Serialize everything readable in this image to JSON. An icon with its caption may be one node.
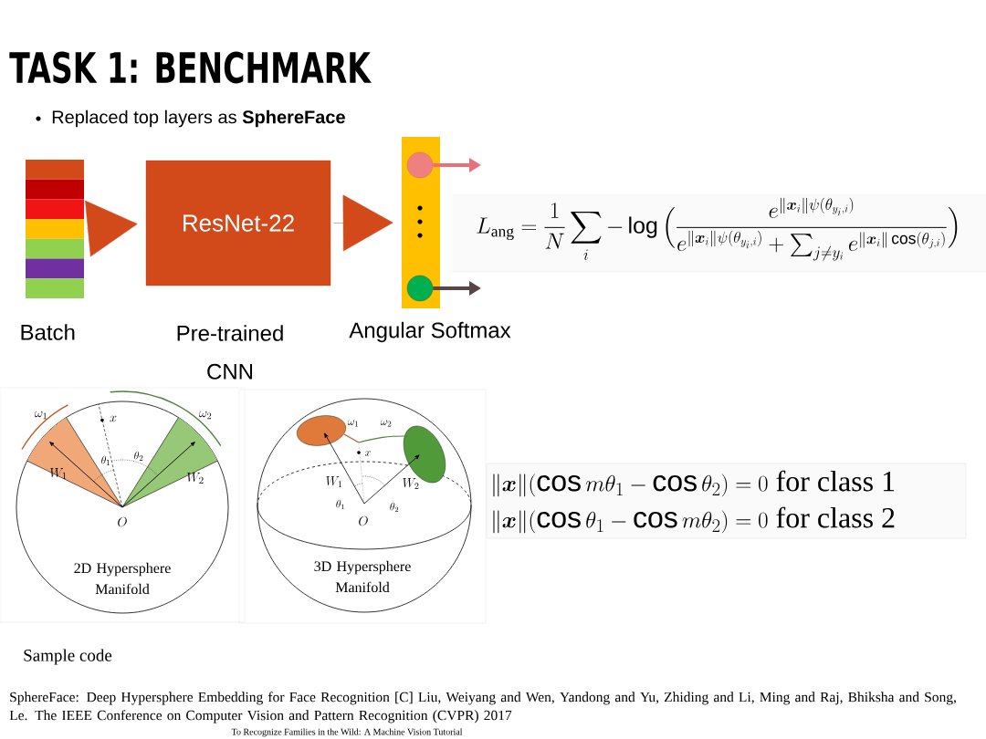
{
  "diagram": {
    "title": "TASK 1: BENCHMARK",
    "caption": "SphereFace: Deep Hypersphere Embedding for Face Recognition [C] Liu, Weiyang and Wen, Yandong and Yu, Zhiding and Li, Ming and Raj, Bhiksha and Song, Le. The IEEE Conference on Computer Vision and Pattern Recognition (CVPR) 2017",
    "nodes": [
      {
        "text": [
          "Batch"
        ]
      },
      {
        "text": [
          "ResNet-22"
        ],
        "beside": [
          "Pre-trained CNN"
        ]
      },
      {
        "text": [
          "Angular Softmax"
        ]
      },
      {
        "text": [],
        "shape": "circle",
        "in": 2
      },
      {
        "text": [],
        "shape": "circle",
        "in": 2
      }
    ],
    "edges": [
      {
        "from": 0,
        "to": 1,
        "arrow": "to",
        "color": "#d24a1a"
      },
      {
        "from": 1,
        "to": 2,
        "arrow": "to",
        "color": "#d24a1a"
      },
      {
        "from": 3,
        "to": null,
        "arrow": "to",
        "color": "#e8707a",
        "style": "thick"
      },
      {
        "from": 4,
        "to": null,
        "arrow": "to",
        "color": "#5a4548",
        "style": "thick"
      }
    ],
    "labels": [
      "Replaced top layers as **SphereFace**",
      "L_{\\text{ang}} = \\frac{1}{N}\\sum_i -\\log\\Big(\\frac{e^{\\|\\boldsymbol{x}_i\\|\\psi(\\theta_{y_i,i})}}{e^{\\|\\boldsymbol{x}_i\\|\\psi(\\theta_{y_i,i})}+\\sum_{j\\neq y_i} e^{\\|\\boldsymbol{x}_i\\|\\cos(\\theta_{j,i})}}\\Big)",
      "\\|\\boldsymbol{x}\\|(\\cos m\\theta_1-\\cos\\theta_2)=0\\text{ for class 1}",
      "\\|\\boldsymbol{x}\\|(\\cos\\theta_1-\\cos m\\theta_2)=0\\text{ for class 2}",
      "\\omega_1",
      "x",
      "\\omega_2",
      "W_1",
      "\\theta_1",
      "\\theta_2",
      "W_2",
      "O",
      "2D Hypersphere Manifold",
      "\\omega_1",
      "\\omega_2",
      "x",
      "W_1",
      "W_2",
      "\\theta_1",
      "\\theta_2",
      "O",
      "3D Hypersphere Manifold",
      "Sample code",
      "To Recognize Families in the Wild: A Machine Vision Tutorial"
    ]
  }
}
